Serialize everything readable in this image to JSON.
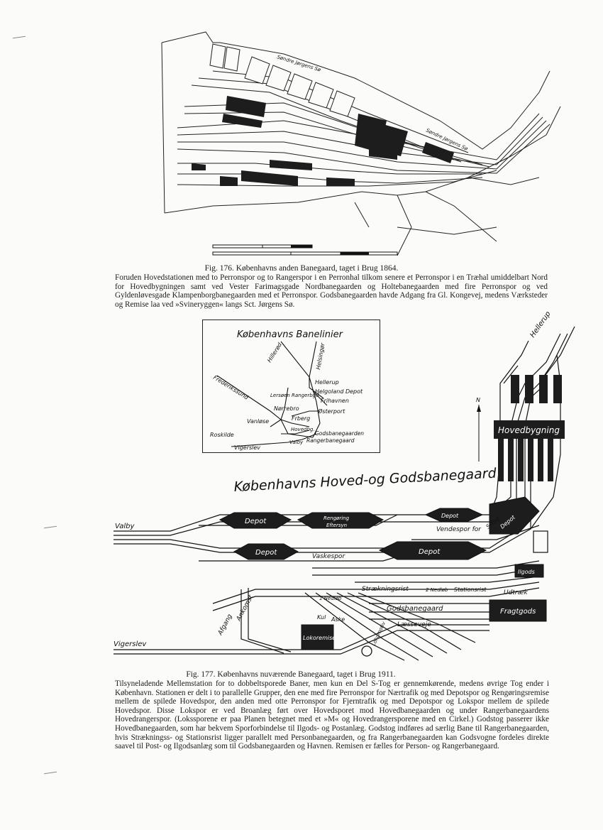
{
  "fig176": {
    "caption_title": "Fig. 176. Københavns anden Banegaard, taget i Brug 1864.",
    "caption_text": "Foruden Hovedstationen med to Perronspor og to Rangerspor i en Perronhal tilkom senere et Perronspor i en Træhal umiddelbart Nord for Hovedbygningen samt ved Vester Farimagsgade Nordbanegaarden og Holtebanegaarden med fire Perronspor og ved Gyldenløvesgade Klampenborgbanegaarden med et Perronspor. Godsbanegaarden havde Adgang fra Gl. Kongevej, medens Værksteder og Remise laa ved »Svineryggen« langs Sct. Jørgens Sø."
  },
  "inset_map": {
    "title": "Københavns Banelinier",
    "places": [
      "Hillerød",
      "Helsingør",
      "Hellerup",
      "Helgoland Depot",
      "Frihavnen",
      "Lersøen Rangerbgd",
      "Nørrebro",
      "Frederikssund",
      "Østerport",
      "Vanløse",
      "Frberg",
      "Hovedbg.",
      "Godsbanegaarden",
      "Rangerbanegaard",
      "Roskilde",
      "Vigerslev",
      "Valby"
    ]
  },
  "fig177": {
    "plan_title": "Københavns Hoved-og Godsbanegaard",
    "north_label": "N",
    "labels": {
      "hellerup": "Hellerup",
      "hovedbygning": "Hovedbygning",
      "valby": "Valby",
      "vigerslev": "Vigerslev",
      "depot1": "Depot",
      "depot2": "Depot",
      "depot3": "Depot",
      "depot4": "Depot",
      "depot5": "Depot",
      "rengoring": "Rengøring",
      "eftersyn": "Eftersyn",
      "vaskespor": "Vaskespor",
      "vendespor": "Vendespor for",
      "stog": "S-Tog",
      "strakningsrist": "Strækningsrist",
      "nedlob2": "2 Nedløb",
      "stationsrist": "Stationsrist",
      "nedlob1": "1 Nedløb",
      "udtraek": "Udtræk",
      "godsbanegaard": "Godsbanegaard",
      "fragtgods": "Fragtgods",
      "ilgods": "Ilgods",
      "kul": "Kul",
      "aske": "Aske",
      "losseveje": "Læsseveje",
      "afgang": "Afgang",
      "ankomst": "Ankomst",
      "lokomotiv": "Lokomotiv",
      "lokoremise": "Lokoremise"
    },
    "caption_title": "Fig. 177. Københavns nuværende Banegaard, taget i Brug 1911.",
    "caption_text": "Tilsyneladende Mellemstation for to dobbeltsporede Baner, men kun en Del S-Tog er gennemkørende, medens øvrige Tog ender i København. Stationen er delt i to parallelle Grupper, den ene med fire Perronspor for Nærtrafik og med Depotspor og Rengøringsremise mellem de spilede Hovedspor, den anden med otte Perronspor for Fjerntrafik og med Depotspor og Lokspor mellem de spilede Hovedspor. Disse Lokspor er ved Broanlæg ført over Hovedsporet mod Hovedbanegaarden og under Rangerbanegaardens Hovedrangerspor. (Lokssporene er paa Planen betegnet med et »M« og Hovedrangersporene med en Cirkel.) Godstog passerer ikke Hovedbanegaarden, som har bekvem Sporforbindelse til Ilgods- og Postanlæg. Godstog indføres ad særlig Bane til Rangerbanegaarden, hvis Strækningss- og Stationsrist ligger parallelt med Personbanegaarden, og fra Rangerbanegaarden kan Godsvogne fordeles direkte saavel til Post- og Ilgodsanlæg som til Godsbanegaarden og Havnen. Remisen er fælles for Person- og Rangerbanegaard."
  }
}
